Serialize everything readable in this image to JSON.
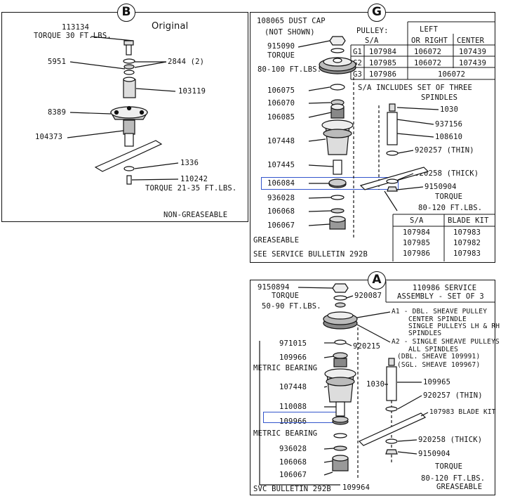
{
  "panel_b": {
    "badge": "B",
    "tag": "Original",
    "parts": [
      {
        "id": "p113134",
        "label": "113134"
      },
      {
        "id": "t30",
        "label": "TORQUE 30 FT.LBS."
      },
      {
        "id": "p5951",
        "label": "5951"
      },
      {
        "id": "p2844",
        "label": "2844 (2)"
      },
      {
        "id": "p103119",
        "label": "103119"
      },
      {
        "id": "p8389",
        "label": "8389"
      },
      {
        "id": "p104373",
        "label": "104373"
      },
      {
        "id": "p1336",
        "label": "1336"
      },
      {
        "id": "p110242",
        "label": "110242"
      },
      {
        "id": "t2135",
        "label": "TORQUE 21-35 FT.LBS."
      }
    ],
    "footer": "NON-GREASEABLE"
  },
  "panel_g": {
    "badge": "G",
    "dust_cap": "108065 DUST CAP",
    "not_shown": "(NOT SHOWN)",
    "parts": [
      {
        "id": "p915090",
        "label": "915090"
      },
      {
        "id": "torque",
        "label": "TORQUE"
      },
      {
        "id": "t80100",
        "label": "80-100 FT.LBS."
      },
      {
        "id": "p106075",
        "label": "106075"
      },
      {
        "id": "p106070",
        "label": "106070"
      },
      {
        "id": "p106085",
        "label": "106085"
      },
      {
        "id": "p107448",
        "label": "107448"
      },
      {
        "id": "p107445",
        "label": "107445"
      },
      {
        "id": "p106084",
        "label": "106084"
      },
      {
        "id": "p936028",
        "label": "936028"
      },
      {
        "id": "p106068",
        "label": "106068"
      },
      {
        "id": "p106067",
        "label": "106067"
      },
      {
        "id": "p1030",
        "label": "1030"
      },
      {
        "id": "p937156",
        "label": "937156"
      },
      {
        "id": "p108610",
        "label": "108610"
      },
      {
        "id": "p920257",
        "label": "920257 (THIN)"
      },
      {
        "id": "p920258",
        "label": "920258 (THICK)"
      },
      {
        "id": "p9150904",
        "label": "9150904"
      },
      {
        "id": "torque2",
        "label": "TORQUE"
      },
      {
        "id": "t80120",
        "label": "80-120 FT.LBS."
      }
    ],
    "pulley_table": {
      "pulley_label": "PULLEY:",
      "sa": "S/A",
      "left": "LEFT",
      "or_right": "OR RIGHT",
      "center": "CENTER",
      "rows": [
        {
          "code": "G1",
          "sa": "107984",
          "lr": "106072",
          "center": "107439"
        },
        {
          "code": "G2",
          "sa": "107985",
          "lr": "106072",
          "center": "107439"
        },
        {
          "code": "G3",
          "sa": "107986",
          "merged": "106072"
        }
      ]
    },
    "sa_note_1": "S/A INCLUDES SET OF THREE",
    "sa_note_2": "SPINDLES",
    "blade_table": {
      "h1": "S/A",
      "h2": "BLADE KIT",
      "rows": [
        {
          "sa": "107984",
          "kit": "107983"
        },
        {
          "sa": "107985",
          "kit": "107982"
        },
        {
          "sa": "107986",
          "kit": "107983"
        }
      ]
    },
    "greaseable": "GREASEABLE",
    "bulletin": "SEE SERVICE BULLETIN 292B"
  },
  "panel_a": {
    "badge": "A",
    "service_1": "110986 SERVICE",
    "service_2": "ASSEMBLY - SET OF 3",
    "parts": [
      {
        "id": "p9150894",
        "label": "9150894"
      },
      {
        "id": "torque",
        "label": "TORQUE"
      },
      {
        "id": "p920087",
        "label": "920087"
      },
      {
        "id": "t5090",
        "label": "50-90 FT.LBS."
      },
      {
        "id": "p971015",
        "label": "971015"
      },
      {
        "id": "p920215",
        "label": "920215"
      },
      {
        "id": "p109966",
        "label": "109966"
      },
      {
        "id": "metric1",
        "label": "METRIC BEARING"
      },
      {
        "id": "p107448",
        "label": "107448"
      },
      {
        "id": "p110088",
        "label": "110088"
      },
      {
        "id": "p109966b",
        "label": "109966"
      },
      {
        "id": "metric2",
        "label": "METRIC BEARING"
      },
      {
        "id": "p936028",
        "label": "936028"
      },
      {
        "id": "p106068",
        "label": "106068"
      },
      {
        "id": "p106067",
        "label": "106067"
      },
      {
        "id": "p1030",
        "label": "1030"
      },
      {
        "id": "p109965",
        "label": "109965"
      },
      {
        "id": "p920257",
        "label": "920257 (THIN)"
      },
      {
        "id": "p107983",
        "label": "107983 BLADE KIT"
      },
      {
        "id": "p920258",
        "label": "920258 (THICK)"
      },
      {
        "id": "p9150904",
        "label": "9150904"
      },
      {
        "id": "torque2",
        "label": "TORQUE"
      },
      {
        "id": "t80120",
        "label": "80-120 FT.LBS."
      },
      {
        "id": "greaseable",
        "label": "GREASEABLE"
      },
      {
        "id": "p109964",
        "label": "109964"
      }
    ],
    "a1_1": "A1 - DBL. SHEAVE PULLEY",
    "a1_2": "CENTER SPINDLE",
    "a1_3": "SINGLE PULLEYS LH & RH",
    "a1_4": "SPINDLES",
    "a2_1": "A2 - SINGLE SHEAVE PULLEYS",
    "a2_2": "ALL SPINDLES",
    "dbl_sheave": "(DBL. SHEAVE 109991)",
    "sgl_sheave": "(SGL. SHEAVE 109967)",
    "bulletin": "SVC BULLETIN 292B"
  }
}
